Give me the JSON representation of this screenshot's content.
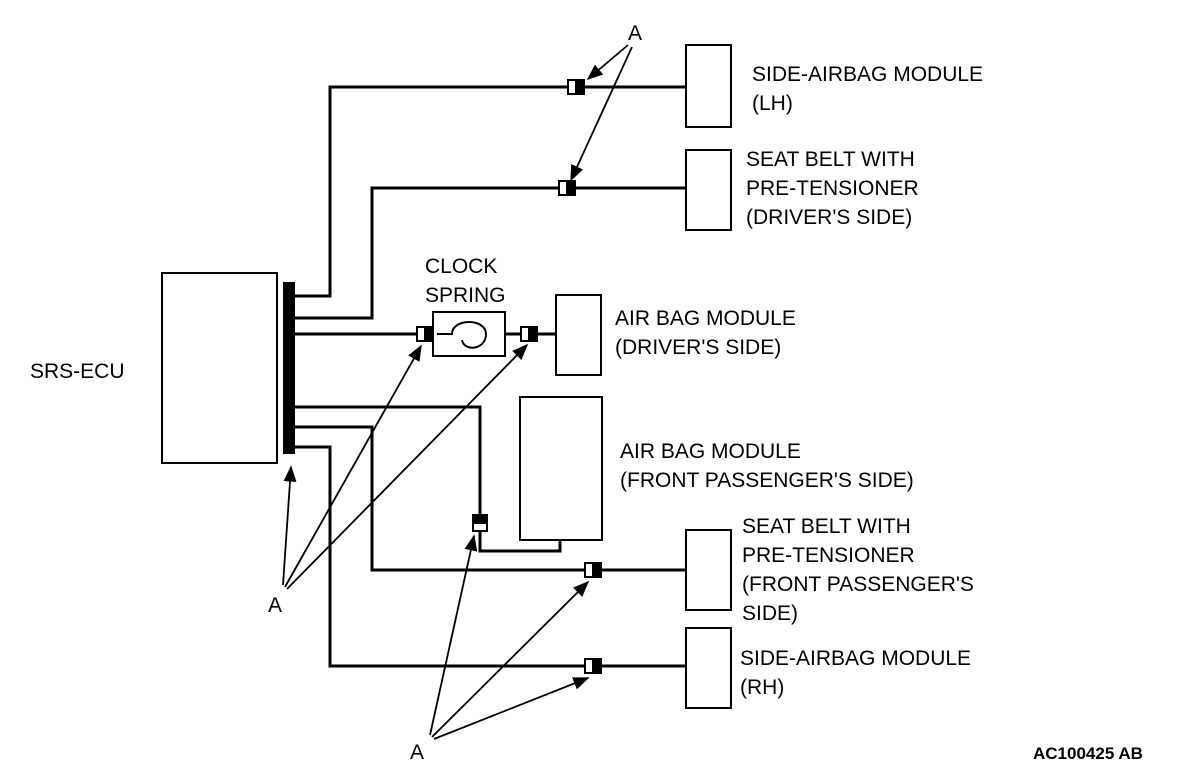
{
  "figure_code": "AC100425 AB",
  "ecu_label": "SRS-ECU",
  "clock_spring": [
    "CLOCK",
    "SPRING"
  ],
  "callout_letter": "A",
  "components": {
    "side_airbag_lh": [
      "SIDE-AIRBAG MODULE",
      "(LH)"
    ],
    "seatbelt_driver": [
      "SEAT BELT WITH",
      "PRE-TENSIONER",
      "(DRIVER'S SIDE)"
    ],
    "airbag_driver": [
      "AIR BAG MODULE",
      "(DRIVER'S SIDE)"
    ],
    "airbag_passenger": [
      "AIR BAG MODULE",
      "(FRONT PASSENGER'S SIDE)"
    ],
    "seatbelt_passenger": [
      "SEAT BELT WITH",
      "PRE-TENSIONER",
      "(FRONT PASSENGER'S",
      "SIDE)"
    ],
    "side_airbag_rh": [
      "SIDE-AIRBAG MODULE",
      "(RH)"
    ]
  }
}
